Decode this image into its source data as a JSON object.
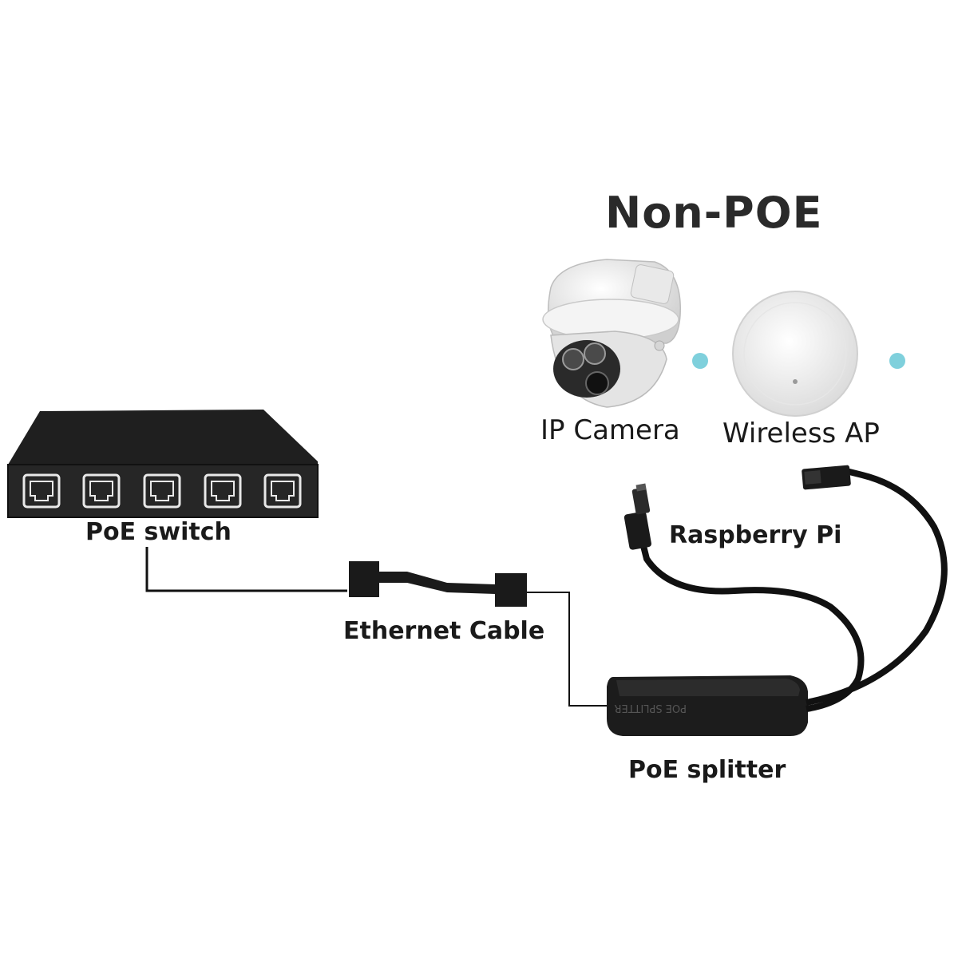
{
  "title": "Non-POE",
  "devices": {
    "camera_label": "IP Camera",
    "ap_label": "Wireless AP"
  },
  "labels": {
    "raspberry_pi": "Raspberry Pi",
    "poe_switch": "PoE switch",
    "ethernet_cable": "Ethernet Cable",
    "poe_splitter": "PoE splitter"
  },
  "splitter_print": "POE SPLITTER",
  "colors": {
    "device_dark": "#1f1f1f",
    "accent_dot": "#7fd0dc",
    "cable": "#111111",
    "device_white": "#f2f2f2"
  }
}
